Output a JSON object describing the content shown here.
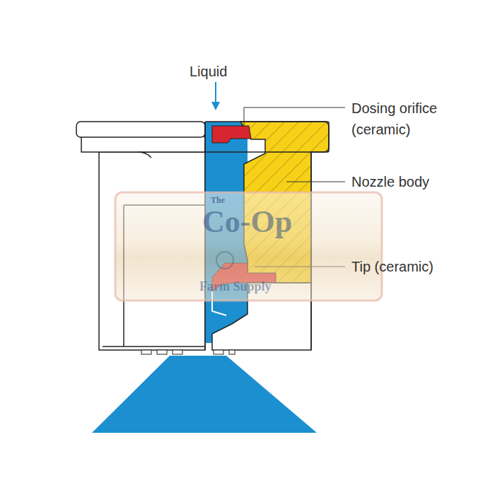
{
  "diagram": {
    "labels": [
      "Liquid",
      "Dosing orifice (ceramic)",
      "Nozzle body",
      "Tip (ceramic)",
      "The",
      "Co-Op",
      "Farm Supply"
    ]
  }
}
